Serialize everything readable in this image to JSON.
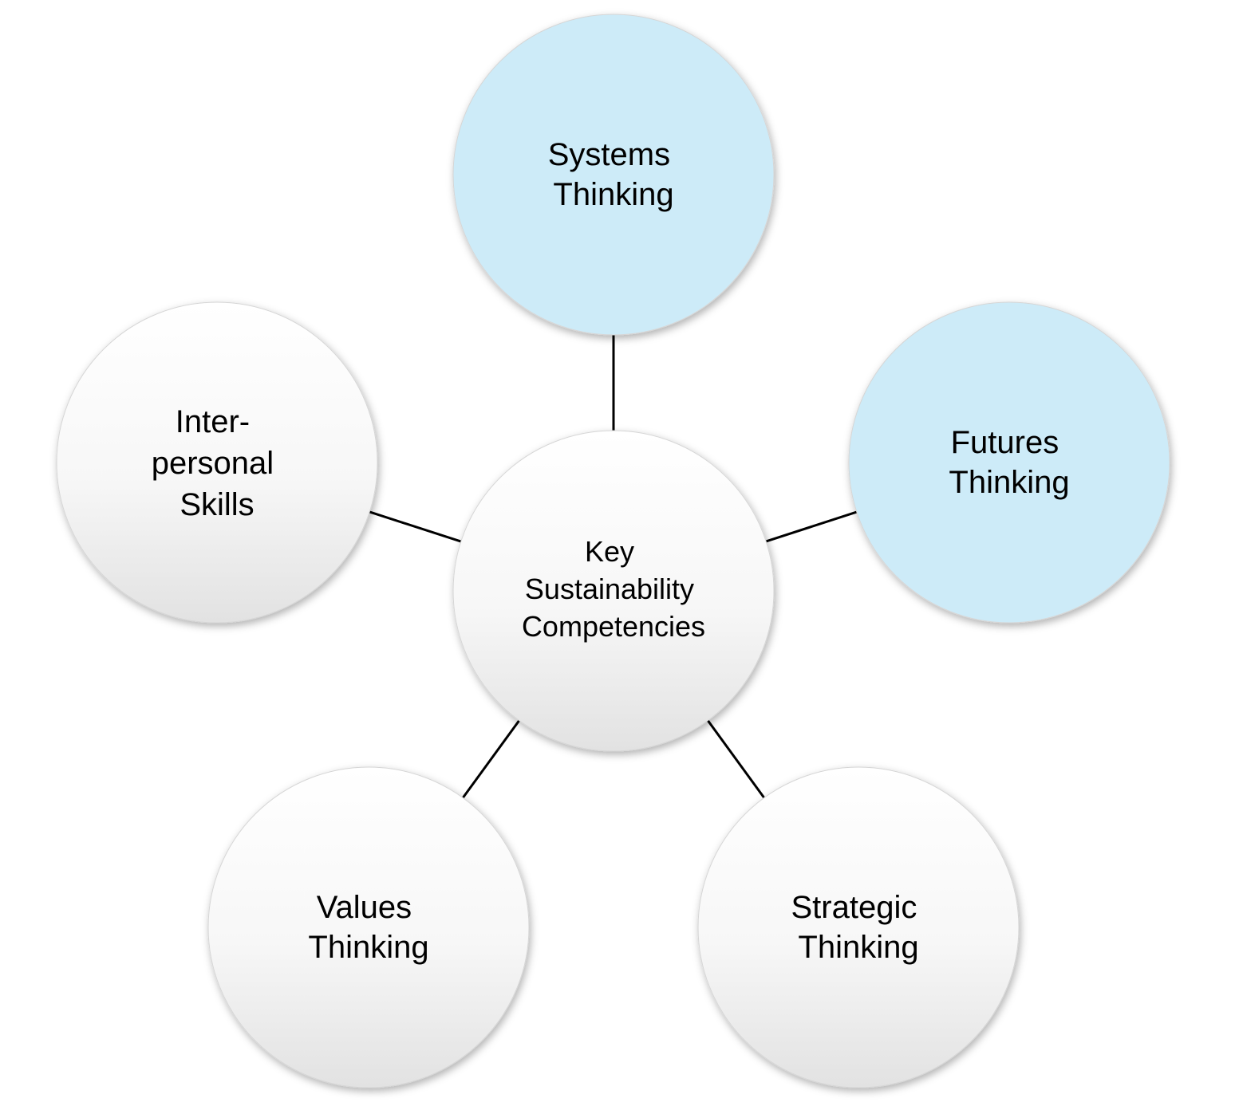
{
  "diagram": {
    "center": {
      "lines": [
        "Key",
        "Sustainability",
        "Competencies"
      ],
      "style": "gray"
    },
    "nodes": [
      {
        "id": "systems-thinking",
        "lines": [
          "Systems",
          "Thinking"
        ],
        "style": "blue"
      },
      {
        "id": "futures-thinking",
        "lines": [
          "Futures",
          "Thinking"
        ],
        "style": "blue"
      },
      {
        "id": "strategic-thinking",
        "lines": [
          "Strategic",
          "Thinking"
        ],
        "style": "gray"
      },
      {
        "id": "values-thinking",
        "lines": [
          "Values",
          "Thinking"
        ],
        "style": "gray"
      },
      {
        "id": "interpersonal-skills",
        "lines": [
          "Inter-",
          "personal",
          "Skills"
        ],
        "style": "gray"
      }
    ],
    "colors": {
      "blue_fill": "#cdebf8",
      "gray_fill_top": "#ffffff",
      "gray_fill_bottom": "#e3e3e3",
      "connector": "#000000"
    }
  }
}
